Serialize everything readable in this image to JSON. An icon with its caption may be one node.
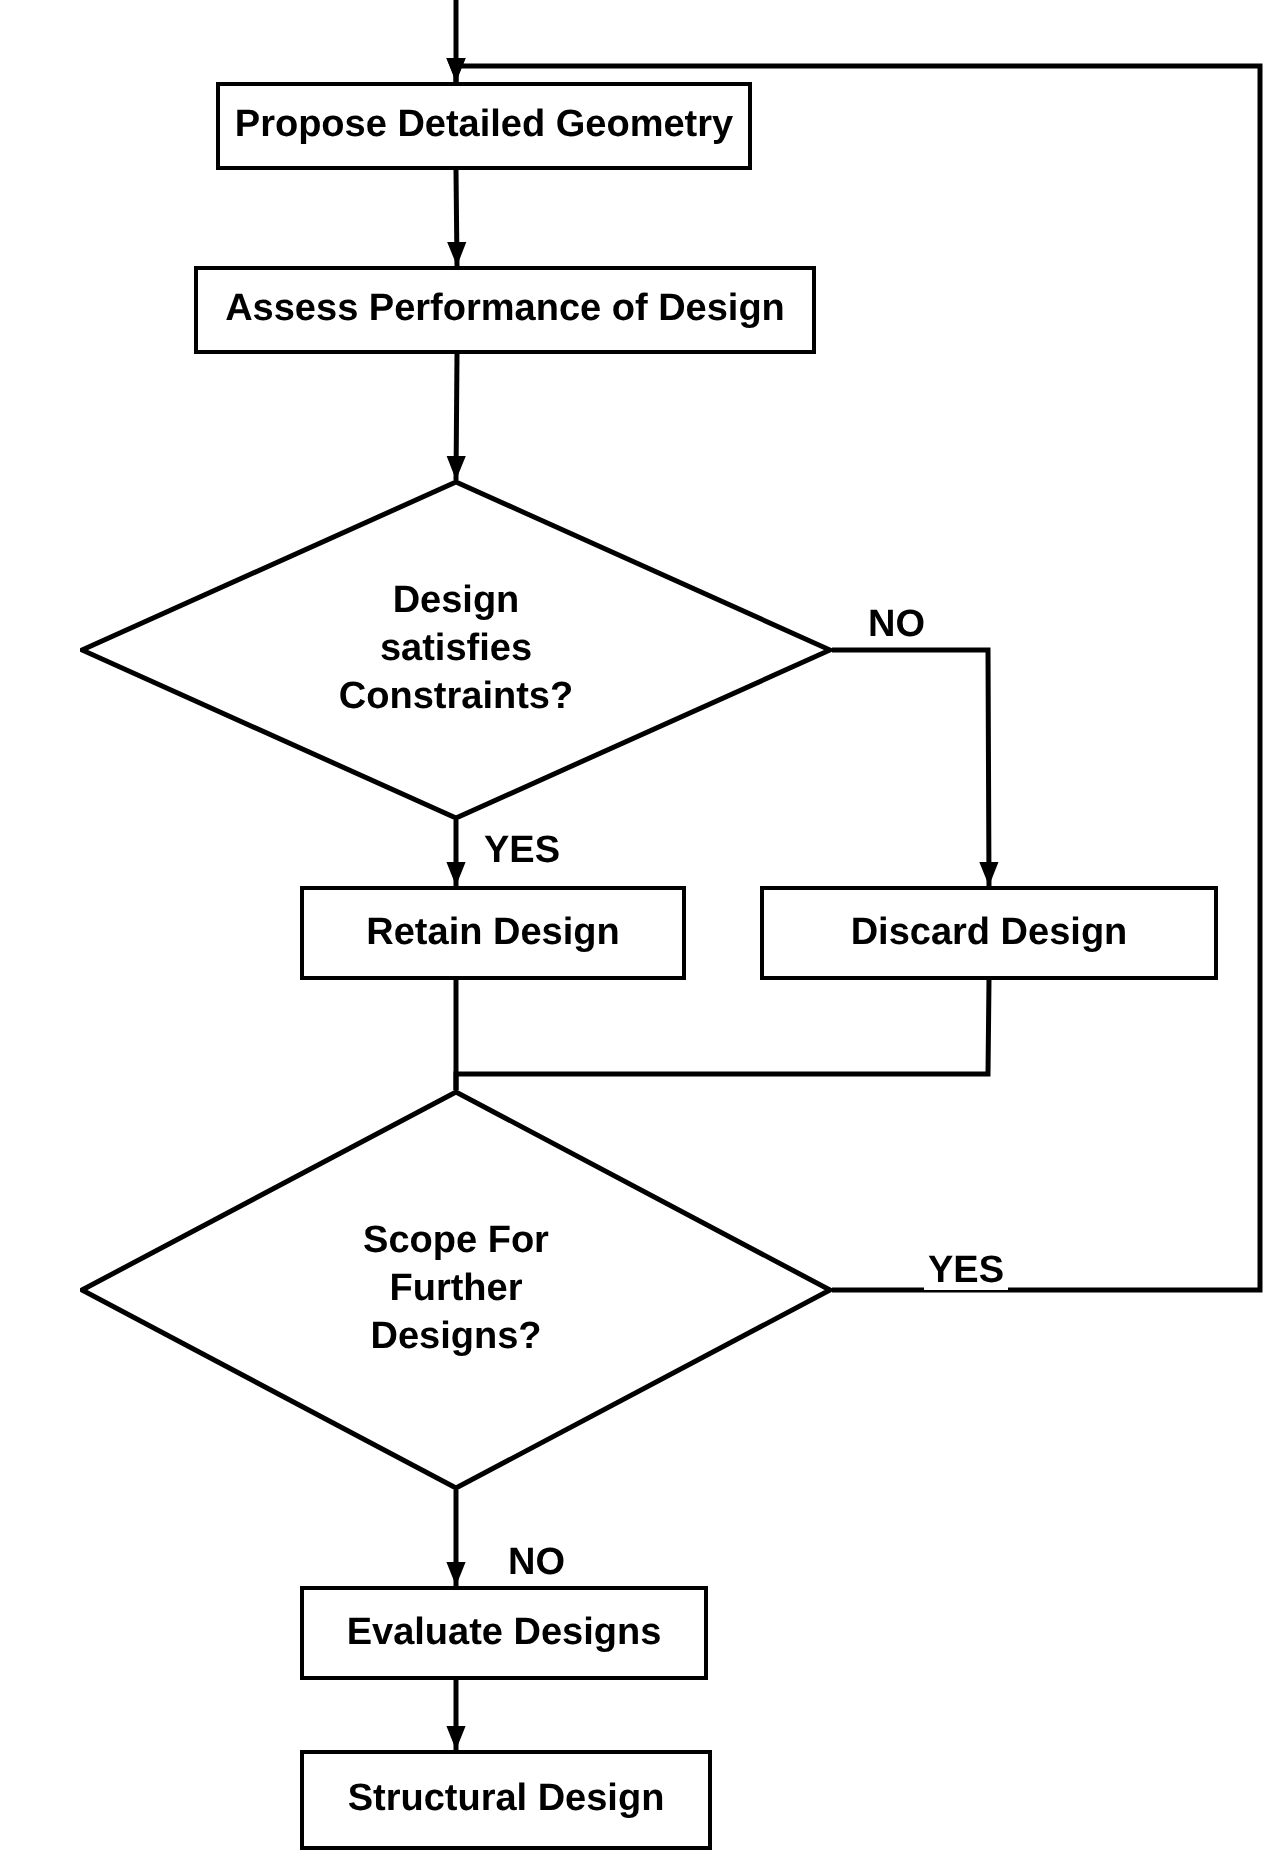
{
  "diagram": {
    "nodes": [
      {
        "text": [
          "Propose Detailed Geometry"
        ]
      },
      {
        "text": [
          "Assess Performance of Design"
        ]
      },
      {
        "text": [
          "Design satisfies Constraints?"
        ]
      },
      {
        "text": [
          "Retain Design"
        ]
      },
      {
        "text": [
          "Discard Design"
        ]
      },
      {
        "text": [
          "Scope For Further Designs?"
        ]
      },
      {
        "text": [
          "Evaluate Designs"
        ]
      },
      {
        "text": [
          "Structural Design"
        ]
      }
    ],
    "edges": [
      {
        "from": null,
        "to": 0,
        "arrow": "to"
      },
      {
        "from": 0,
        "to": 1,
        "arrow": "to"
      },
      {
        "from": 1,
        "to": 2,
        "arrow": "to"
      },
      {
        "from": 2,
        "to": 3,
        "arrow": "to",
        "label": "YES"
      },
      {
        "from": 2,
        "to": 4,
        "arrow": "to",
        "label": "NO"
      },
      {
        "from": 3,
        "to": 5,
        "arrow": "none"
      },
      {
        "from": 4,
        "to": 5,
        "arrow": "none"
      },
      {
        "from": 5,
        "to": 0,
        "arrow": "to",
        "label": "YES"
      },
      {
        "from": 5,
        "to": 6,
        "arrow": "to",
        "label": "NO"
      },
      {
        "from": 6,
        "to": 7,
        "arrow": "to"
      }
    ]
  }
}
